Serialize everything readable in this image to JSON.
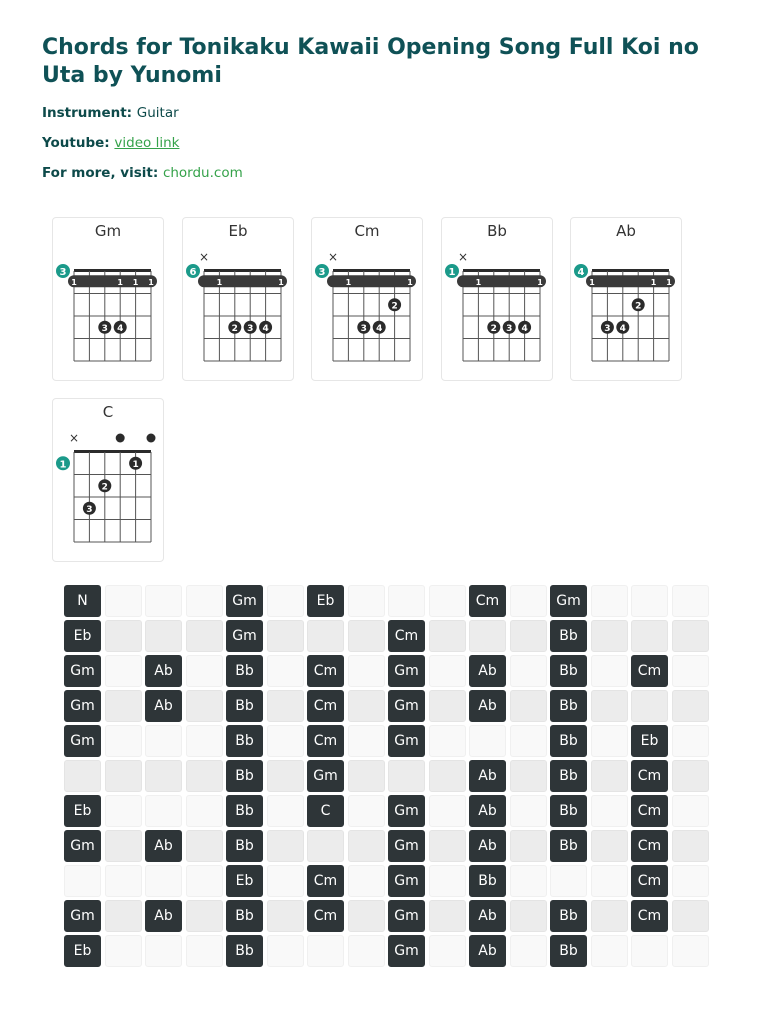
{
  "page": {
    "title": "Chords for Tonikaku Kawaii Opening Song Full Koi no Uta by Yunomi",
    "instrument_label": "Instrument:",
    "instrument_value": "Guitar",
    "youtube_label": "Youtube:",
    "youtube_link_text": "video link",
    "more_label": "For more, visit:",
    "more_link_text": "chordu.com"
  },
  "colors": {
    "title": "#0f5156",
    "link": "#35a24a",
    "fret_marker": "#1b9a8a",
    "chord_cell": "#2e3538",
    "barre": "#3a3a3a"
  },
  "chords": [
    {
      "name": "Gm",
      "fret": "3",
      "mute": [],
      "open": [],
      "barre": true,
      "barre_labels": [
        "1",
        "",
        "",
        "1",
        "1",
        "1"
      ],
      "dots": [
        {
          "s": 2,
          "f": 3,
          "l": "3"
        },
        {
          "s": 3,
          "f": 3,
          "l": "4"
        }
      ]
    },
    {
      "name": "Eb",
      "fret": "6",
      "mute": [
        0
      ],
      "open": [],
      "barre": true,
      "barre_labels": [
        "",
        "1",
        "",
        "",
        "",
        "1"
      ],
      "dots": [
        {
          "s": 2,
          "f": 3,
          "l": "2"
        },
        {
          "s": 3,
          "f": 3,
          "l": "3"
        },
        {
          "s": 4,
          "f": 3,
          "l": "4"
        }
      ]
    },
    {
      "name": "Cm",
      "fret": "3",
      "mute": [
        0
      ],
      "open": [],
      "barre": true,
      "barre_labels": [
        "",
        "1",
        "",
        "",
        "",
        "1"
      ],
      "dots": [
        {
          "s": 4,
          "f": 2,
          "l": "2"
        },
        {
          "s": 2,
          "f": 3,
          "l": "3"
        },
        {
          "s": 3,
          "f": 3,
          "l": "4"
        }
      ]
    },
    {
      "name": "Bb",
      "fret": "1",
      "mute": [
        0
      ],
      "open": [],
      "barre": true,
      "barre_labels": [
        "",
        "1",
        "",
        "",
        "",
        "1"
      ],
      "dots": [
        {
          "s": 2,
          "f": 3,
          "l": "2"
        },
        {
          "s": 3,
          "f": 3,
          "l": "3"
        },
        {
          "s": 4,
          "f": 3,
          "l": "4"
        }
      ]
    },
    {
      "name": "Ab",
      "fret": "4",
      "mute": [],
      "open": [],
      "barre": true,
      "barre_labels": [
        "1",
        "",
        "",
        "",
        "1",
        "1"
      ],
      "dots": [
        {
          "s": 3,
          "f": 2,
          "l": "2"
        },
        {
          "s": 1,
          "f": 3,
          "l": "3"
        },
        {
          "s": 2,
          "f": 3,
          "l": "4"
        }
      ]
    },
    {
      "name": "C",
      "fret": "1",
      "mute": [
        0
      ],
      "open": [
        3,
        5
      ],
      "barre": false,
      "barre_labels": [],
      "dots": [
        {
          "s": 4,
          "f": 1,
          "l": "1"
        },
        {
          "s": 2,
          "f": 2,
          "l": "2"
        },
        {
          "s": 1,
          "f": 3,
          "l": "3"
        }
      ]
    }
  ],
  "sheet": {
    "rows": [
      [
        {
          "t": "N",
          "c": "ch"
        },
        {
          "t": "",
          "c": "w"
        },
        {
          "t": "",
          "c": "w"
        },
        {
          "t": "",
          "c": "w"
        },
        {
          "t": "Gm",
          "c": "ch"
        },
        {
          "t": "",
          "c": "w"
        },
        {
          "t": "Eb",
          "c": "ch"
        },
        {
          "t": "",
          "c": "w"
        },
        {
          "t": "",
          "c": "w"
        },
        {
          "t": "",
          "c": "w"
        },
        {
          "t": "Cm",
          "c": "ch"
        },
        {
          "t": "",
          "c": "w"
        },
        {
          "t": "Gm",
          "c": "ch"
        },
        {
          "t": "",
          "c": "w"
        },
        {
          "t": "",
          "c": "w"
        },
        {
          "t": "",
          "c": "w"
        }
      ],
      [
        {
          "t": "Eb",
          "c": "ch"
        },
        {
          "t": "",
          "c": "g"
        },
        {
          "t": "",
          "c": "g"
        },
        {
          "t": "",
          "c": "g"
        },
        {
          "t": "Gm",
          "c": "ch"
        },
        {
          "t": "",
          "c": "g"
        },
        {
          "t": "",
          "c": "g"
        },
        {
          "t": "",
          "c": "g"
        },
        {
          "t": "Cm",
          "c": "ch"
        },
        {
          "t": "",
          "c": "g"
        },
        {
          "t": "",
          "c": "g"
        },
        {
          "t": "",
          "c": "g"
        },
        {
          "t": "Bb",
          "c": "ch"
        },
        {
          "t": "",
          "c": "g"
        },
        {
          "t": "",
          "c": "g"
        },
        {
          "t": "",
          "c": "g"
        }
      ],
      [
        {
          "t": "Gm",
          "c": "ch"
        },
        {
          "t": "",
          "c": "w"
        },
        {
          "t": "Ab",
          "c": "ch"
        },
        {
          "t": "",
          "c": "w"
        },
        {
          "t": "Bb",
          "c": "ch"
        },
        {
          "t": "",
          "c": "w"
        },
        {
          "t": "Cm",
          "c": "ch"
        },
        {
          "t": "",
          "c": "w"
        },
        {
          "t": "Gm",
          "c": "ch"
        },
        {
          "t": "",
          "c": "w"
        },
        {
          "t": "Ab",
          "c": "ch"
        },
        {
          "t": "",
          "c": "w"
        },
        {
          "t": "Bb",
          "c": "ch"
        },
        {
          "t": "",
          "c": "w"
        },
        {
          "t": "Cm",
          "c": "ch"
        },
        {
          "t": "",
          "c": "w"
        }
      ],
      [
        {
          "t": "Gm",
          "c": "ch"
        },
        {
          "t": "",
          "c": "g"
        },
        {
          "t": "Ab",
          "c": "ch"
        },
        {
          "t": "",
          "c": "g"
        },
        {
          "t": "Bb",
          "c": "ch"
        },
        {
          "t": "",
          "c": "g"
        },
        {
          "t": "Cm",
          "c": "ch"
        },
        {
          "t": "",
          "c": "g"
        },
        {
          "t": "Gm",
          "c": "ch"
        },
        {
          "t": "",
          "c": "g"
        },
        {
          "t": "Ab",
          "c": "ch"
        },
        {
          "t": "",
          "c": "g"
        },
        {
          "t": "Bb",
          "c": "ch"
        },
        {
          "t": "",
          "c": "g"
        },
        {
          "t": "",
          "c": "g"
        },
        {
          "t": "",
          "c": "g"
        }
      ],
      [
        {
          "t": "Gm",
          "c": "ch"
        },
        {
          "t": "",
          "c": "w"
        },
        {
          "t": "",
          "c": "w"
        },
        {
          "t": "",
          "c": "w"
        },
        {
          "t": "Bb",
          "c": "ch"
        },
        {
          "t": "",
          "c": "w"
        },
        {
          "t": "Cm",
          "c": "ch"
        },
        {
          "t": "",
          "c": "w"
        },
        {
          "t": "Gm",
          "c": "ch"
        },
        {
          "t": "",
          "c": "w"
        },
        {
          "t": "",
          "c": "w"
        },
        {
          "t": "",
          "c": "w"
        },
        {
          "t": "Bb",
          "c": "ch"
        },
        {
          "t": "",
          "c": "w"
        },
        {
          "t": "Eb",
          "c": "ch"
        },
        {
          "t": "",
          "c": "w"
        }
      ],
      [
        {
          "t": "",
          "c": "g"
        },
        {
          "t": "",
          "c": "g"
        },
        {
          "t": "",
          "c": "g"
        },
        {
          "t": "",
          "c": "g"
        },
        {
          "t": "Bb",
          "c": "ch"
        },
        {
          "t": "",
          "c": "g"
        },
        {
          "t": "Gm",
          "c": "ch"
        },
        {
          "t": "",
          "c": "g"
        },
        {
          "t": "",
          "c": "g"
        },
        {
          "t": "",
          "c": "g"
        },
        {
          "t": "Ab",
          "c": "ch"
        },
        {
          "t": "",
          "c": "g"
        },
        {
          "t": "Bb",
          "c": "ch"
        },
        {
          "t": "",
          "c": "g"
        },
        {
          "t": "Cm",
          "c": "ch"
        },
        {
          "t": "",
          "c": "g"
        }
      ],
      [
        {
          "t": "Eb",
          "c": "ch"
        },
        {
          "t": "",
          "c": "w"
        },
        {
          "t": "",
          "c": "w"
        },
        {
          "t": "",
          "c": "w"
        },
        {
          "t": "Bb",
          "c": "ch"
        },
        {
          "t": "",
          "c": "w"
        },
        {
          "t": "C",
          "c": "ch"
        },
        {
          "t": "",
          "c": "w"
        },
        {
          "t": "Gm",
          "c": "ch"
        },
        {
          "t": "",
          "c": "w"
        },
        {
          "t": "Ab",
          "c": "ch"
        },
        {
          "t": "",
          "c": "w"
        },
        {
          "t": "Bb",
          "c": "ch"
        },
        {
          "t": "",
          "c": "w"
        },
        {
          "t": "Cm",
          "c": "ch"
        },
        {
          "t": "",
          "c": "w"
        }
      ],
      [
        {
          "t": "Gm",
          "c": "ch"
        },
        {
          "t": "",
          "c": "g"
        },
        {
          "t": "Ab",
          "c": "ch"
        },
        {
          "t": "",
          "c": "g"
        },
        {
          "t": "Bb",
          "c": "ch"
        },
        {
          "t": "",
          "c": "g"
        },
        {
          "t": "",
          "c": "g"
        },
        {
          "t": "",
          "c": "g"
        },
        {
          "t": "Gm",
          "c": "ch"
        },
        {
          "t": "",
          "c": "g"
        },
        {
          "t": "Ab",
          "c": "ch"
        },
        {
          "t": "",
          "c": "g"
        },
        {
          "t": "Bb",
          "c": "ch"
        },
        {
          "t": "",
          "c": "g"
        },
        {
          "t": "Cm",
          "c": "ch"
        },
        {
          "t": "",
          "c": "g"
        }
      ],
      [
        {
          "t": "",
          "c": "w"
        },
        {
          "t": "",
          "c": "w"
        },
        {
          "t": "",
          "c": "w"
        },
        {
          "t": "",
          "c": "w"
        },
        {
          "t": "Eb",
          "c": "ch"
        },
        {
          "t": "",
          "c": "w"
        },
        {
          "t": "Cm",
          "c": "ch"
        },
        {
          "t": "",
          "c": "w"
        },
        {
          "t": "Gm",
          "c": "ch"
        },
        {
          "t": "",
          "c": "w"
        },
        {
          "t": "Bb",
          "c": "ch"
        },
        {
          "t": "",
          "c": "w"
        },
        {
          "t": "",
          "c": "w"
        },
        {
          "t": "",
          "c": "w"
        },
        {
          "t": "Cm",
          "c": "ch"
        },
        {
          "t": "",
          "c": "w"
        }
      ],
      [
        {
          "t": "Gm",
          "c": "ch"
        },
        {
          "t": "",
          "c": "g"
        },
        {
          "t": "Ab",
          "c": "ch"
        },
        {
          "t": "",
          "c": "g"
        },
        {
          "t": "Bb",
          "c": "ch"
        },
        {
          "t": "",
          "c": "g"
        },
        {
          "t": "Cm",
          "c": "ch"
        },
        {
          "t": "",
          "c": "g"
        },
        {
          "t": "Gm",
          "c": "ch"
        },
        {
          "t": "",
          "c": "g"
        },
        {
          "t": "Ab",
          "c": "ch"
        },
        {
          "t": "",
          "c": "g"
        },
        {
          "t": "Bb",
          "c": "ch"
        },
        {
          "t": "",
          "c": "g"
        },
        {
          "t": "Cm",
          "c": "ch"
        },
        {
          "t": "",
          "c": "g"
        }
      ],
      [
        {
          "t": "Eb",
          "c": "ch"
        },
        {
          "t": "",
          "c": "w"
        },
        {
          "t": "",
          "c": "w"
        },
        {
          "t": "",
          "c": "w"
        },
        {
          "t": "Bb",
          "c": "ch"
        },
        {
          "t": "",
          "c": "w"
        },
        {
          "t": "",
          "c": "w"
        },
        {
          "t": "",
          "c": "w"
        },
        {
          "t": "Gm",
          "c": "ch"
        },
        {
          "t": "",
          "c": "w"
        },
        {
          "t": "Ab",
          "c": "ch"
        },
        {
          "t": "",
          "c": "w"
        },
        {
          "t": "Bb",
          "c": "ch"
        },
        {
          "t": "",
          "c": "w"
        },
        {
          "t": "",
          "c": "w"
        },
        {
          "t": "",
          "c": "w"
        }
      ]
    ]
  }
}
